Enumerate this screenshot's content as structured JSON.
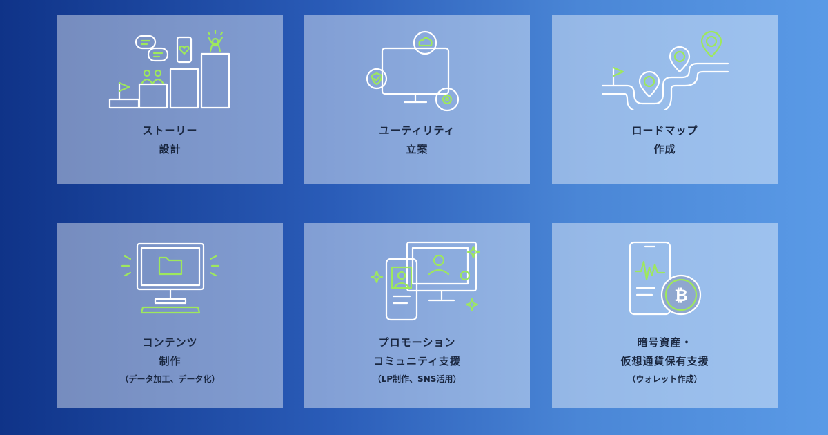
{
  "cards": [
    {
      "line1": "ストーリー",
      "line2": "設計",
      "note": "",
      "icon": "story-design-icon"
    },
    {
      "line1": "ユーティリティ",
      "line2": "立案",
      "note": "",
      "icon": "utility-planning-icon"
    },
    {
      "line1": "ロードマップ",
      "line2": "作成",
      "note": "",
      "icon": "roadmap-icon"
    },
    {
      "line1": "コンテンツ",
      "line2": "制作",
      "note": "（データ加工、データ化）",
      "icon": "content-production-icon"
    },
    {
      "line1": "プロモーション",
      "line2": "コミュニティ支援",
      "note": "（LP制作、SNS活用）",
      "icon": "promotion-community-icon"
    },
    {
      "line1": "暗号資産・",
      "line2": "仮想通貨保有支援",
      "note": "（ウォレット作成）",
      "icon": "crypto-wallet-icon"
    }
  ],
  "colors": {
    "accent": "#9ee85c",
    "line": "#ffffff",
    "text": "#1a2740",
    "card": "rgba(255,255,255,0.42)"
  }
}
